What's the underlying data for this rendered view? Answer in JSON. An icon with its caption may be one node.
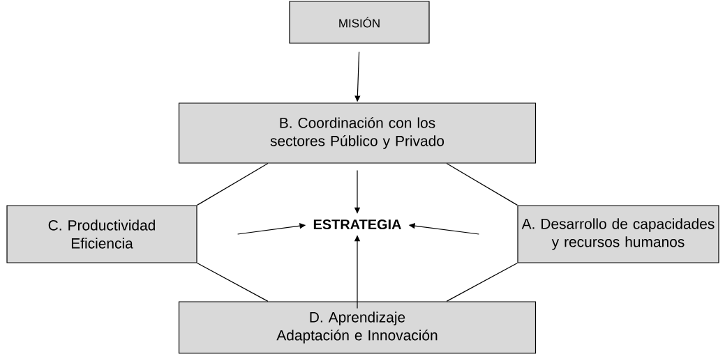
{
  "diagram": {
    "nodes": [
      {
        "text": [
          "MISIÓN"
        ]
      },
      {
        "text": [
          "B. Coordinación con los sectores Público y Privado"
        ]
      },
      {
        "text": [
          "C. Productividad",
          "Eficiencia"
        ]
      },
      {
        "text": [
          "ESTRATEGIA"
        ]
      },
      {
        "text": [
          "A. Desarrollo de capacidades y recursos humanos"
        ]
      },
      {
        "text": [
          "D. Aprendizaje",
          "Adaptación e Innovación"
        ]
      }
    ],
    "edges": [
      {
        "from": 0,
        "to": 1,
        "arrow": "to"
      },
      {
        "from": 1,
        "to": 3,
        "arrow": "to"
      },
      {
        "from": 2,
        "to": 3,
        "arrow": "to"
      },
      {
        "from": 4,
        "to": 3,
        "arrow": "to"
      },
      {
        "from": 5,
        "to": 3,
        "arrow": "to"
      },
      {
        "from": 1,
        "to": 2,
        "arrow": "none"
      },
      {
        "from": 1,
        "to": 4,
        "arrow": "none"
      },
      {
        "from": 2,
        "to": 5,
        "arrow": "none"
      },
      {
        "from": 4,
        "to": 5,
        "arrow": "none"
      }
    ]
  }
}
